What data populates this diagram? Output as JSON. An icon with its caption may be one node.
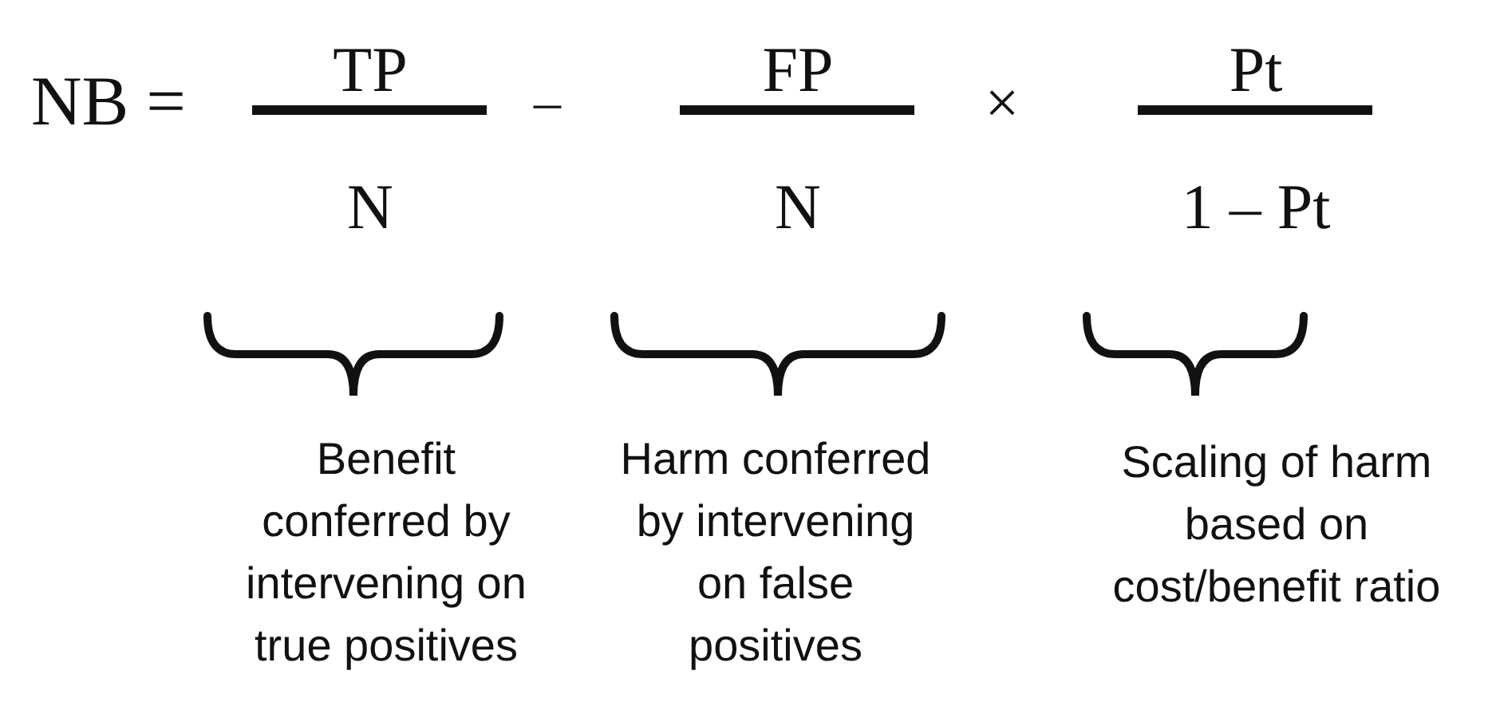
{
  "diagram": {
    "labels": [
      "NB =",
      "TP",
      "N",
      "–",
      "FP",
      "N",
      "×",
      "Pt",
      "1 – Pt",
      "Benefit conferred by intervening on true positives",
      "Harm conferred by intervening on false positives",
      "Scaling of harm based on cost/benefit ratio"
    ]
  }
}
